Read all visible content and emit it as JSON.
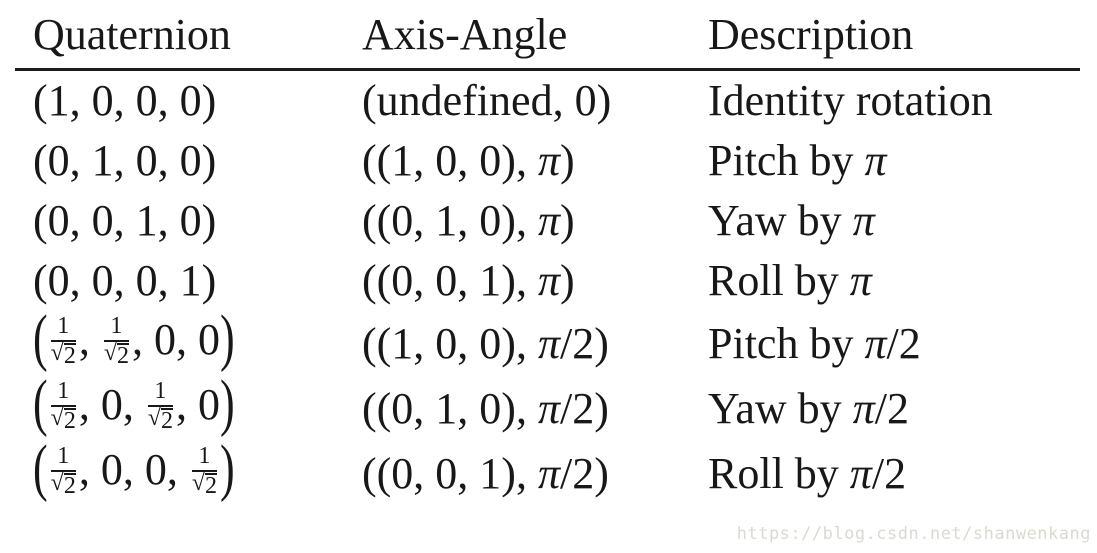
{
  "watermark": "https://blog.csdn.net/shanwenkang",
  "table": {
    "columns": [
      "Quaternion",
      "Axis-Angle",
      "Description"
    ],
    "rows": [
      {
        "quaternion": [
          "1",
          "0",
          "0",
          "0"
        ],
        "axis_angle": "(undefined, 0)",
        "description": "Identity rotation"
      },
      {
        "quaternion": [
          "0",
          "1",
          "0",
          "0"
        ],
        "axis_angle": "((1, 0, 0), π)",
        "description": "Pitch by π"
      },
      {
        "quaternion": [
          "0",
          "0",
          "1",
          "0"
        ],
        "axis_angle": "((0, 1, 0), π)",
        "description": "Yaw by π"
      },
      {
        "quaternion": [
          "0",
          "0",
          "0",
          "1"
        ],
        "axis_angle": "((0, 0, 1), π)",
        "description": "Roll by π"
      },
      {
        "quaternion": [
          "1/√2",
          "1/√2",
          "0",
          "0"
        ],
        "axis_angle": "((1, 0, 0), π/2)",
        "description": "Pitch by π/2"
      },
      {
        "quaternion": [
          "1/√2",
          "0",
          "1/√2",
          "0"
        ],
        "axis_angle": "((0, 1, 0), π/2)",
        "description": "Yaw by π/2"
      },
      {
        "quaternion": [
          "1/√2",
          "0",
          "0",
          "1/√2"
        ],
        "axis_angle": "((0, 0, 1), π/2)",
        "description": "Roll by π/2"
      }
    ]
  },
  "chart_data": {
    "type": "table",
    "title": "",
    "columns": [
      "Quaternion",
      "Axis-Angle",
      "Description"
    ],
    "rows": [
      [
        "(1, 0, 0, 0)",
        "(undefined, 0)",
        "Identity rotation"
      ],
      [
        "(0, 1, 0, 0)",
        "((1, 0, 0), π)",
        "Pitch by π"
      ],
      [
        "(0, 0, 1, 0)",
        "((0, 1, 0), π)",
        "Yaw by π"
      ],
      [
        "(0, 0, 0, 1)",
        "((0, 0, 1), π)",
        "Roll by π"
      ],
      [
        "(1/√2, 1/√2, 0, 0)",
        "((1, 0, 0), π/2)",
        "Pitch by π/2"
      ],
      [
        "(1/√2, 0, 1/√2, 0)",
        "((0, 1, 0), π/2)",
        "Yaw by π/2"
      ],
      [
        "(1/√2, 0, 0, 1/√2)",
        "((0, 0, 1), π/2)",
        "Roll by π/2"
      ]
    ]
  },
  "colors": {
    "background": "#ffffff",
    "text": "#181818",
    "rule": "#1c1c1c",
    "watermark": "#dcd9d1"
  }
}
